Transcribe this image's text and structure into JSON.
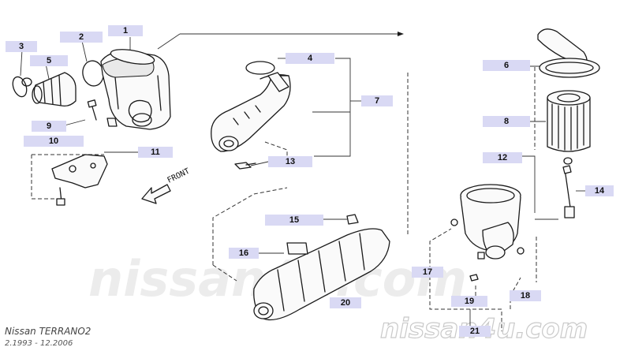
{
  "watermark": {
    "center": "nissan4u.com",
    "corner": "nissan4u.com"
  },
  "vehicle": {
    "name": "Nissan  TERRANO2",
    "dates": "2.1993  -  12.2006"
  },
  "direction_label": "FRONT",
  "callouts": {
    "p1": "1",
    "p2": "2",
    "p3": "3",
    "p4": "4",
    "p5": "5",
    "p6": "6",
    "p7": "7",
    "p8": "8",
    "p9": "9",
    "p10": "10",
    "p11": "11",
    "p12": "12",
    "p13": "13",
    "p14": "14",
    "p15": "15",
    "p16": "16",
    "p17": "17",
    "p18": "18",
    "p19": "19",
    "p20": "20",
    "p21": "21"
  },
  "colors": {
    "label_fill": "#d9d9f4",
    "line": "#1a1a1a",
    "watermark": "#ececec"
  }
}
